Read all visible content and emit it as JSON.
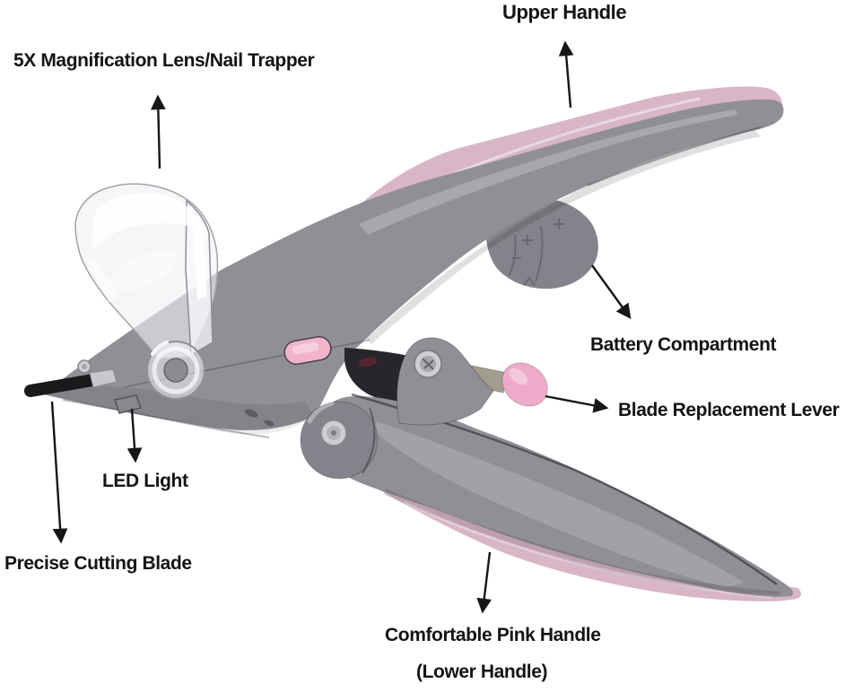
{
  "diagram": {
    "type": "annotated-product-diagram",
    "labels": {
      "upper_handle": "Upper Handle",
      "magnification_lens": "5X Magnification Lens/Nail Trapper",
      "battery_compartment": "Battery Compartment",
      "blade_replacement_lever": "Blade Replacement Lever",
      "led_light": "LED Light",
      "precise_cutting_blade": "Precise Cutting Blade",
      "comfortable_pink_handle": "Comfortable Pink Handle",
      "lower_handle": "(Lower Handle)"
    },
    "annotation_arrows": [
      {
        "points_to": "magnification_lens",
        "direction": "up"
      },
      {
        "points_to": "upper_handle",
        "direction": "up"
      },
      {
        "points_to": "battery_compartment",
        "direction": "down-right"
      },
      {
        "points_to": "blade_replacement_lever",
        "direction": "right"
      },
      {
        "points_to": "led_light",
        "direction": "down"
      },
      {
        "points_to": "precise_cutting_blade",
        "direction": "down"
      },
      {
        "points_to": "comfortable_pink_handle",
        "direction": "down"
      }
    ],
    "colors": {
      "background": "#ffffff",
      "label_text": "#141414",
      "arrow_black": "#161616",
      "body_gray": "#918f96",
      "body_gray_dark": "#84828a",
      "body_gray_light": "#aaa8af",
      "pink_pad": "#d9b6c6",
      "pink_button": "#f2b4ca",
      "pink_lever_cap": "#edaac9",
      "lever_metal": "#a29d8c",
      "blade_black": "#1a191b",
      "metal_silver": "#cfcdd3",
      "hinge_dark": "#28262b"
    }
  }
}
